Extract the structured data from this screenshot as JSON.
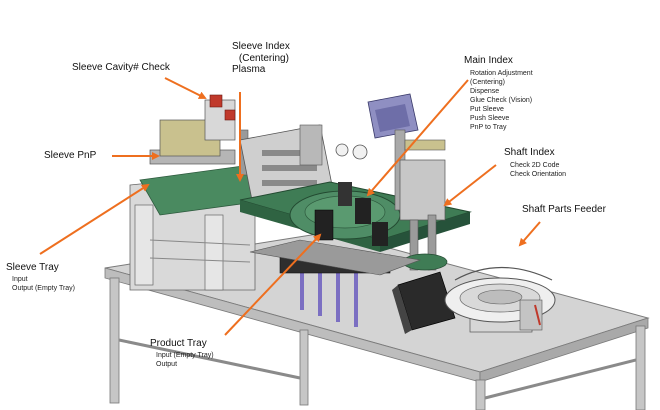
{
  "labels": {
    "sleeve_cavity_check": "Sleeve Cavity# Check",
    "sleeve_index": [
      "Sleeve Index",
      "(Centering)",
      "Plasma"
    ],
    "sleeve_pnp": "Sleeve PnP",
    "main_index": {
      "title": "Main Index",
      "steps": [
        "Rotation Adjustment",
        "(Centering)",
        "Dispense",
        "Glue Check (Vision)",
        "Put Sleeve",
        "Push Sleeve",
        "PnP to Tray"
      ]
    },
    "shaft_index": {
      "title": "Shaft Index",
      "steps": [
        "Check 2D Code",
        "Check Orientation"
      ]
    },
    "shaft_parts_feeder": "Shaft Parts Feeder",
    "sleeve_tray": {
      "title": "Sleeve Tray",
      "steps": [
        "Input",
        "Output (Empty Tray)"
      ]
    },
    "product_tray": {
      "title": "Product Tray",
      "steps": [
        "Input (Empty Tray)",
        "Output"
      ]
    }
  },
  "colors": {
    "callout_arrow": "#ee6f1f",
    "machine_green": "#3f7c55",
    "frame_gray": "#b9b9b9",
    "table_top": "#cfcfcf"
  }
}
